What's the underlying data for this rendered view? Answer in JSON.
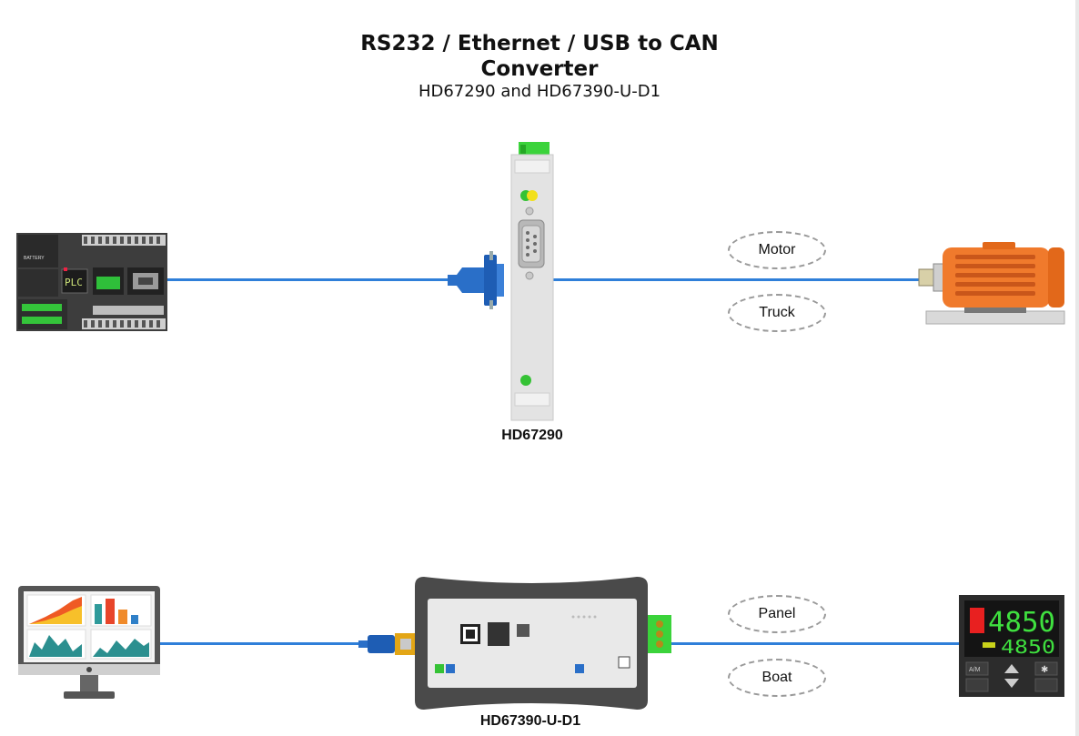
{
  "title": {
    "main_line1": "RS232 / Ethernet / USB to CAN",
    "main_line2": "Converter",
    "subtitle": "HD67290 and HD67390-U-D1"
  },
  "top_row": {
    "device_label": "HD67290",
    "bubbles": [
      "Motor",
      "Truck"
    ],
    "plc": {
      "battery_text": "BATTERY",
      "screen_text": "PLC"
    }
  },
  "bottom_row": {
    "device_label": "HD67390-U-D1",
    "bubbles": [
      "Panel",
      "Boat"
    ],
    "controller": {
      "display_top": "4850",
      "display_bottom": "4850",
      "key_label": "A/M"
    }
  },
  "colors": {
    "cable": "#2f7fd9",
    "motor": "#f07a2c",
    "led_green": "#35c235",
    "led_yellow": "#f2e01a"
  }
}
